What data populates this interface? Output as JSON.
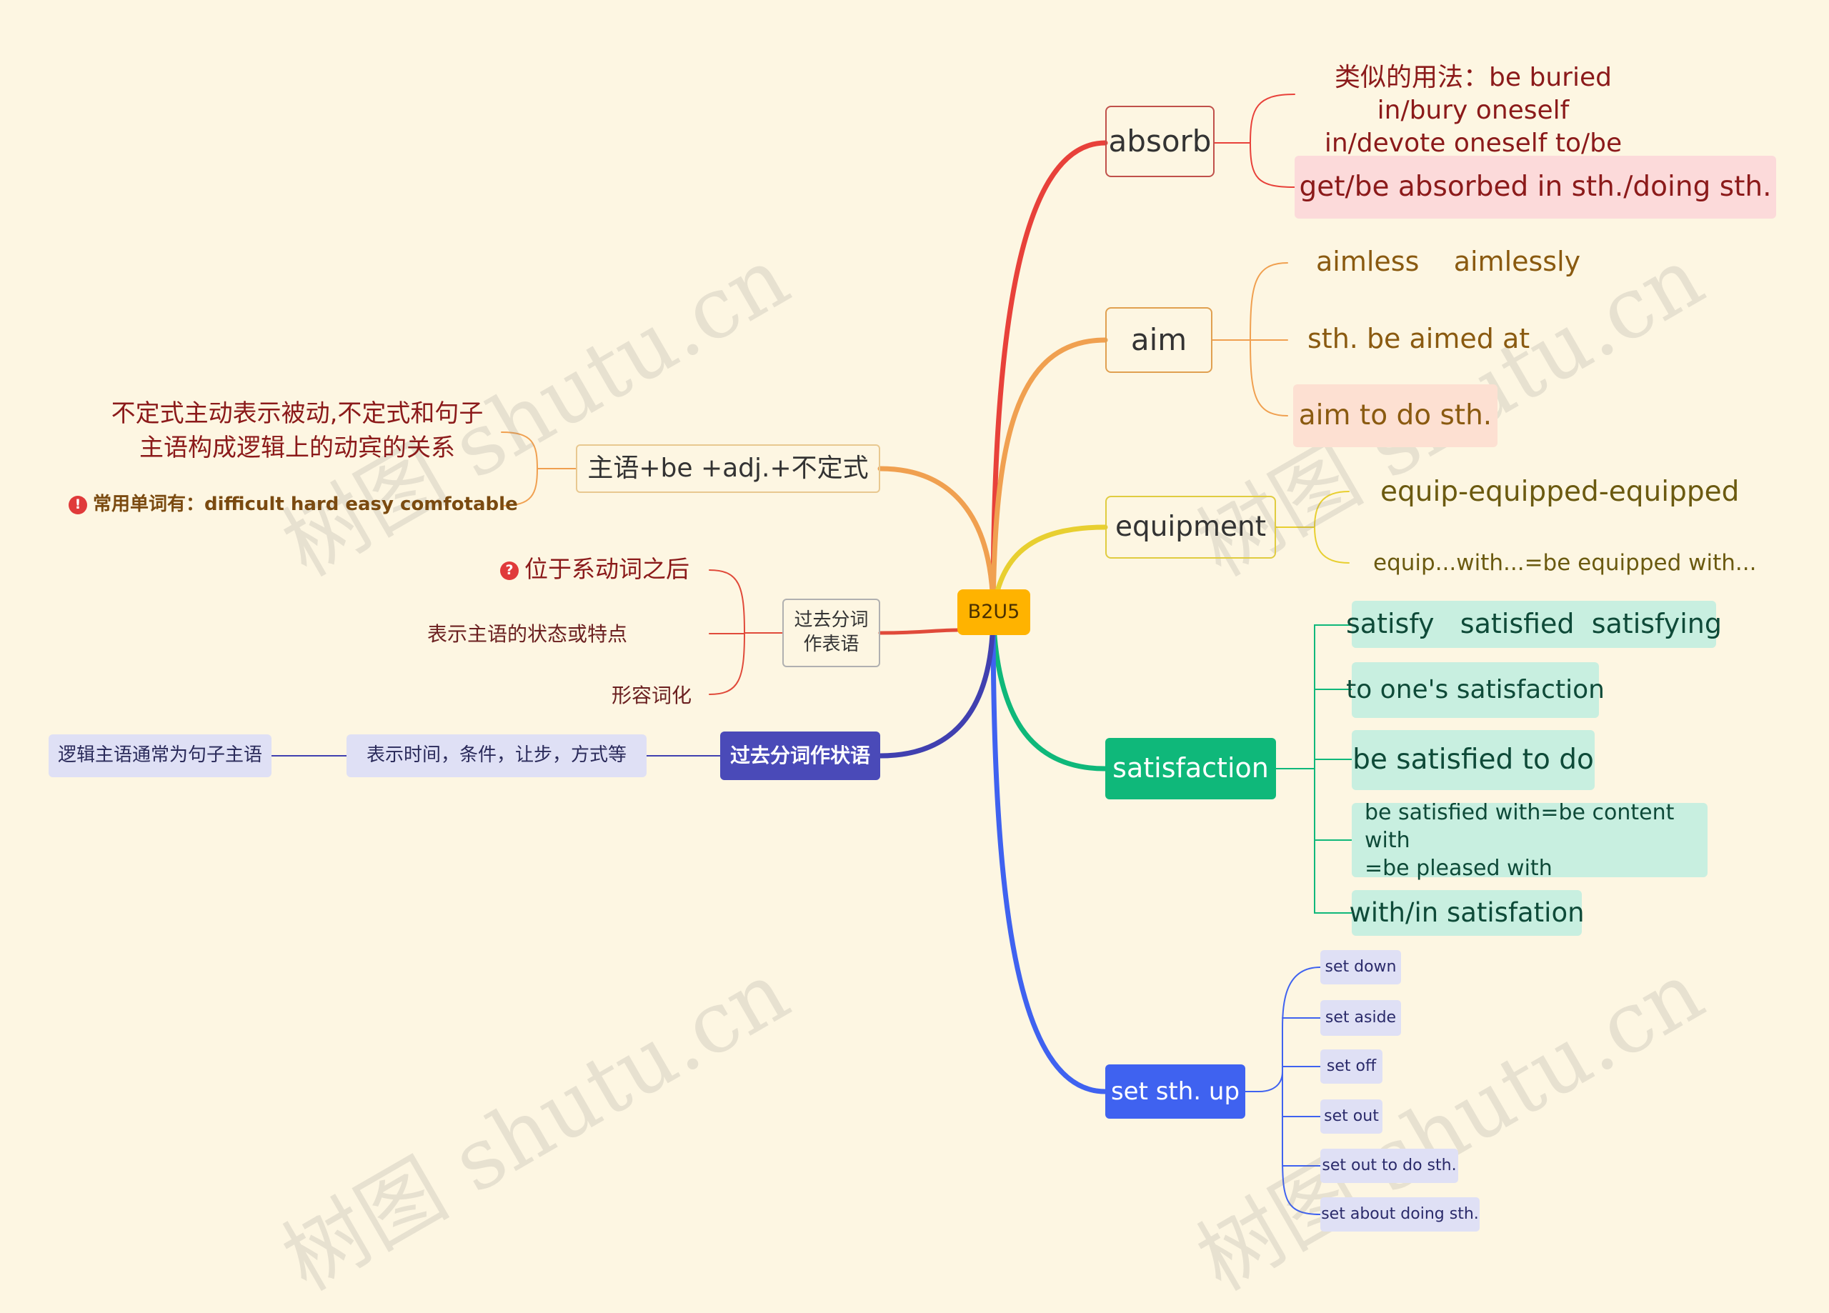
{
  "colors": {
    "background": "#fdf6e2",
    "absorb": "#e8413a",
    "aim": "#f0a050",
    "equipment": "#e8cf30",
    "satisfaction": "#0fb87a",
    "set": "#3f62f0",
    "left_top": "#f0a050",
    "pp_pred": "#e04a3a",
    "pp_adv": "#4040b0",
    "center": "#ffb300"
  },
  "watermark": "树图 shutu.cn",
  "center": {
    "label": "B2U5"
  },
  "absorb": {
    "label": "absorb",
    "similar": "类似的用法：be buried in/bury oneself\nin/devote oneself to/be devoted to",
    "phrase": "get/be absorbed in sth./doing sth."
  },
  "aim": {
    "label": "aim",
    "items": [
      "aimless    aimlessly",
      "sth. be aimed at",
      "aim to do sth."
    ]
  },
  "equipment": {
    "label": "equipment",
    "items": [
      "equip-equipped-equipped",
      "equip...with...=be equipped with..."
    ]
  },
  "satisfaction": {
    "label": "satisfaction",
    "items": [
      "satisfy   satisfied  satisfying",
      "to one's satisfaction",
      "be satisfied to do",
      "be satisfied with=be content with\n=be pleased with",
      "with/in satisfation"
    ]
  },
  "set": {
    "label": "set sth. up",
    "items": [
      "set down",
      "set aside",
      "set off",
      "set out",
      "set out to do sth.",
      "set about doing sth."
    ]
  },
  "left_top": {
    "label": "主语+be +adj.+不定式",
    "note": "不定式主动表示被动,不定式和句子\n主语构成逻辑上的动宾的关系",
    "common": "常用单词有：difficult hard easy comfotable",
    "common_badge": "!"
  },
  "pp_pred": {
    "label": "过去分词\n作表语",
    "position": "位于系动词之后",
    "position_badge": "?",
    "state": "表示主语的状态或特点",
    "adj": "形容词化"
  },
  "pp_adv": {
    "label": "过去分词作状语",
    "meaning": "表示时间，条件，让步，方式等",
    "subject": "逻辑主语通常为句子主语"
  }
}
